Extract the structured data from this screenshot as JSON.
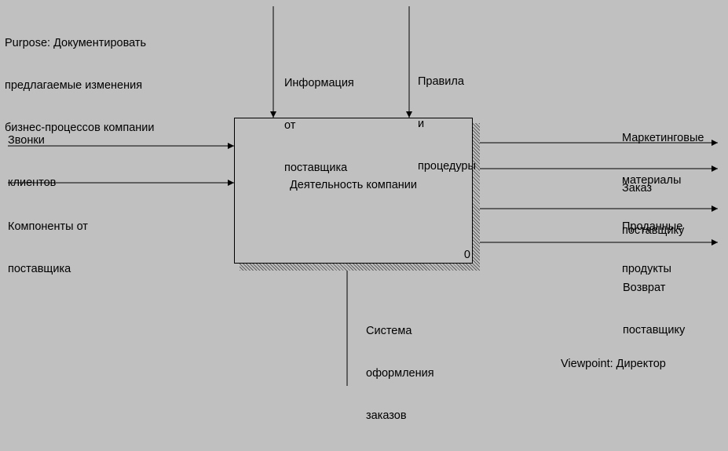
{
  "purpose": {
    "lines": [
      "Purpose: Документировать",
      "предлагаемые изменения",
      "бизнес-процессов компании"
    ]
  },
  "viewpoint": "Viewpoint: Директор",
  "activity": {
    "title": "Деятельность компании",
    "number": "0"
  },
  "inputs": [
    {
      "lines": [
        "Звонки",
        "клиентов"
      ]
    },
    {
      "lines": [
        "Компоненты от",
        "поставщика"
      ]
    }
  ],
  "controls": [
    {
      "lines": [
        "Информация",
        "от",
        "поставщика"
      ]
    },
    {
      "lines": [
        "Правила",
        "и",
        "процедуры"
      ]
    }
  ],
  "outputs": [
    {
      "lines": [
        "Маркетинговые",
        "материалы"
      ]
    },
    {
      "lines": [
        "Заказ",
        "поставщику"
      ]
    },
    {
      "lines": [
        "Проданные",
        "продукты"
      ]
    },
    {
      "lines": [
        "Возврат",
        "поставщику"
      ]
    }
  ],
  "mechanisms": [
    {
      "lines": [
        "Система",
        "оформления",
        "заказов"
      ]
    }
  ],
  "colors": {
    "background": "#c0c0c0",
    "line": "#000000",
    "shadow": "#606060"
  }
}
